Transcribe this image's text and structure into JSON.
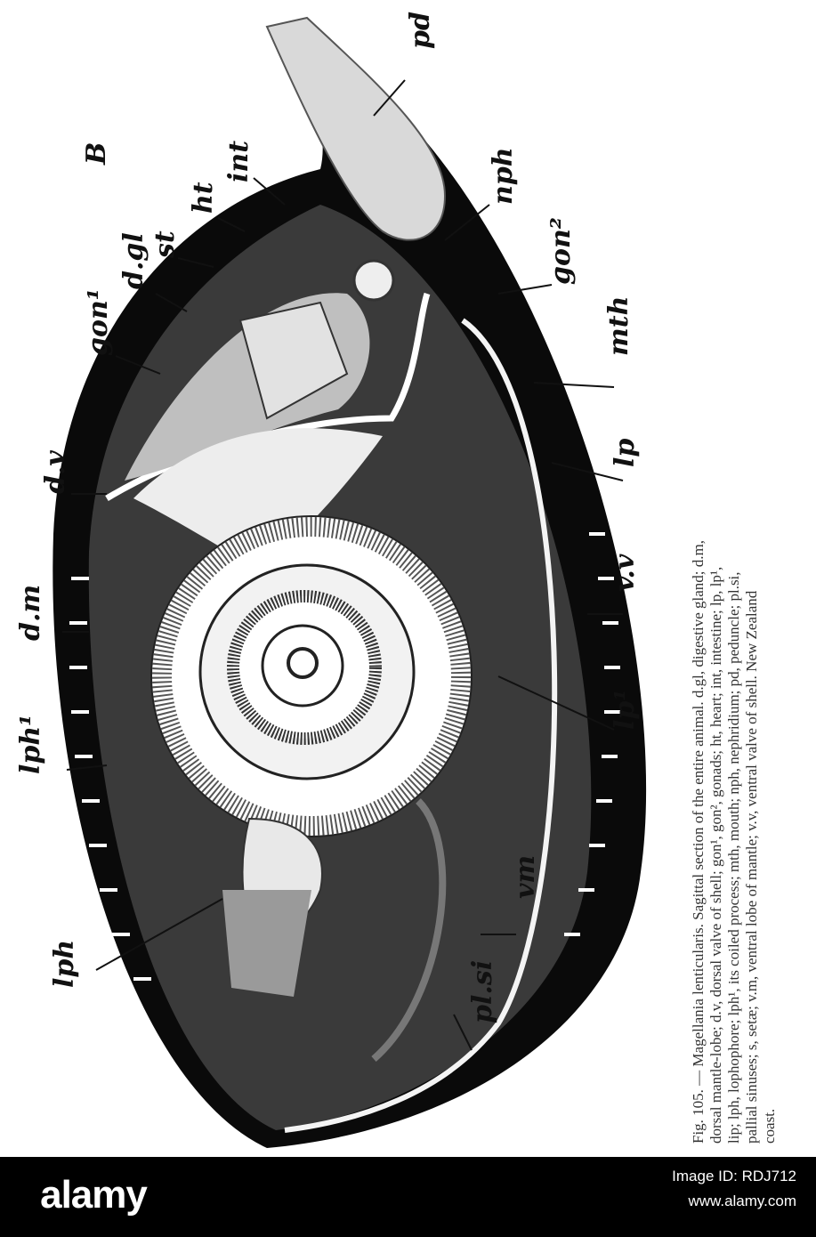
{
  "figure": {
    "panel_letter": "B",
    "labels": {
      "pd": "pd",
      "nph": "nph",
      "gon2": "gon²",
      "mth": "mth",
      "lp": "lp",
      "vv": "v.v",
      "lp1": "lp¹",
      "vm": "vm",
      "plsi": "pl.si",
      "lph": "lph",
      "lph1": "lph¹",
      "dm": "d.m",
      "dv": "d.v",
      "gon1": "gon¹",
      "dgl": "d.gl",
      "st": "st",
      "ht": "ht",
      "int": "int"
    },
    "caption_lines": [
      "Fig. 105. — Magellania lenticularis. Sagittal section of the entire animal. d.gl, digestive gland; d.m,",
      "dorsal mantle-lobe; d.v, dorsal valve of shell; gon¹, gon², gonads; ht, heart; int, intestine; lp, lp¹,",
      "lip; lph, lophophore; lph¹, its coiled process; mth, mouth; nph, nephridium; pd, peduncle; pl.si,",
      "pallial sinuses; s, setæ; v.m, ventral lobe of mantle; v.v, ventral valve of shell. New Zealand",
      "coast."
    ]
  },
  "watermark": {
    "brand": "alamy",
    "image_id": "Image ID: RDJ712",
    "site": "www.alamy.com"
  }
}
